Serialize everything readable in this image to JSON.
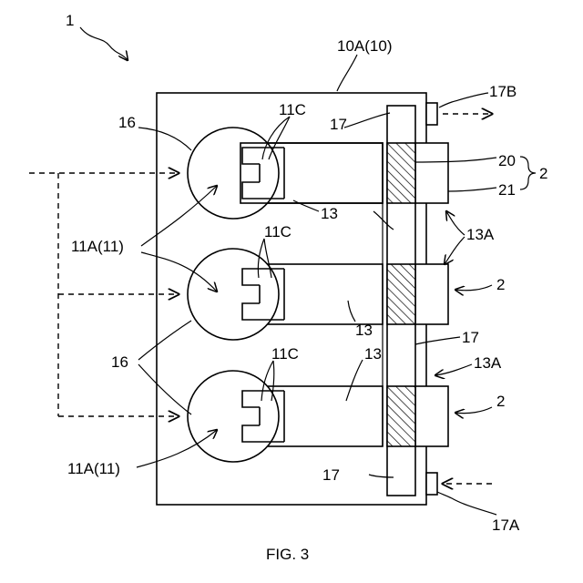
{
  "figure": {
    "caption": "FIG. 3",
    "labels": {
      "ref_1": "1",
      "housing": "10A(10)",
      "outlet": "17B",
      "inlet": "17A",
      "label_20": "20",
      "label_21": "21",
      "label_2_top": "2",
      "label_2_mid": "2",
      "label_2_bot": "2",
      "label_13A_top": "13A",
      "label_13A_mid": "13A",
      "label_17_top": "17",
      "label_17_mid": "17",
      "label_17_bot": "17",
      "label_16_top": "16",
      "label_16_mid": "16",
      "label_11C_top": "11C",
      "label_11C_mid": "11C",
      "label_11C_bot": "11C",
      "label_13_top": "13",
      "label_13_mid": "13",
      "label_13_bot": "13",
      "label_11A_top": "11A(11)",
      "label_11A_bot": "11A(11)"
    }
  }
}
